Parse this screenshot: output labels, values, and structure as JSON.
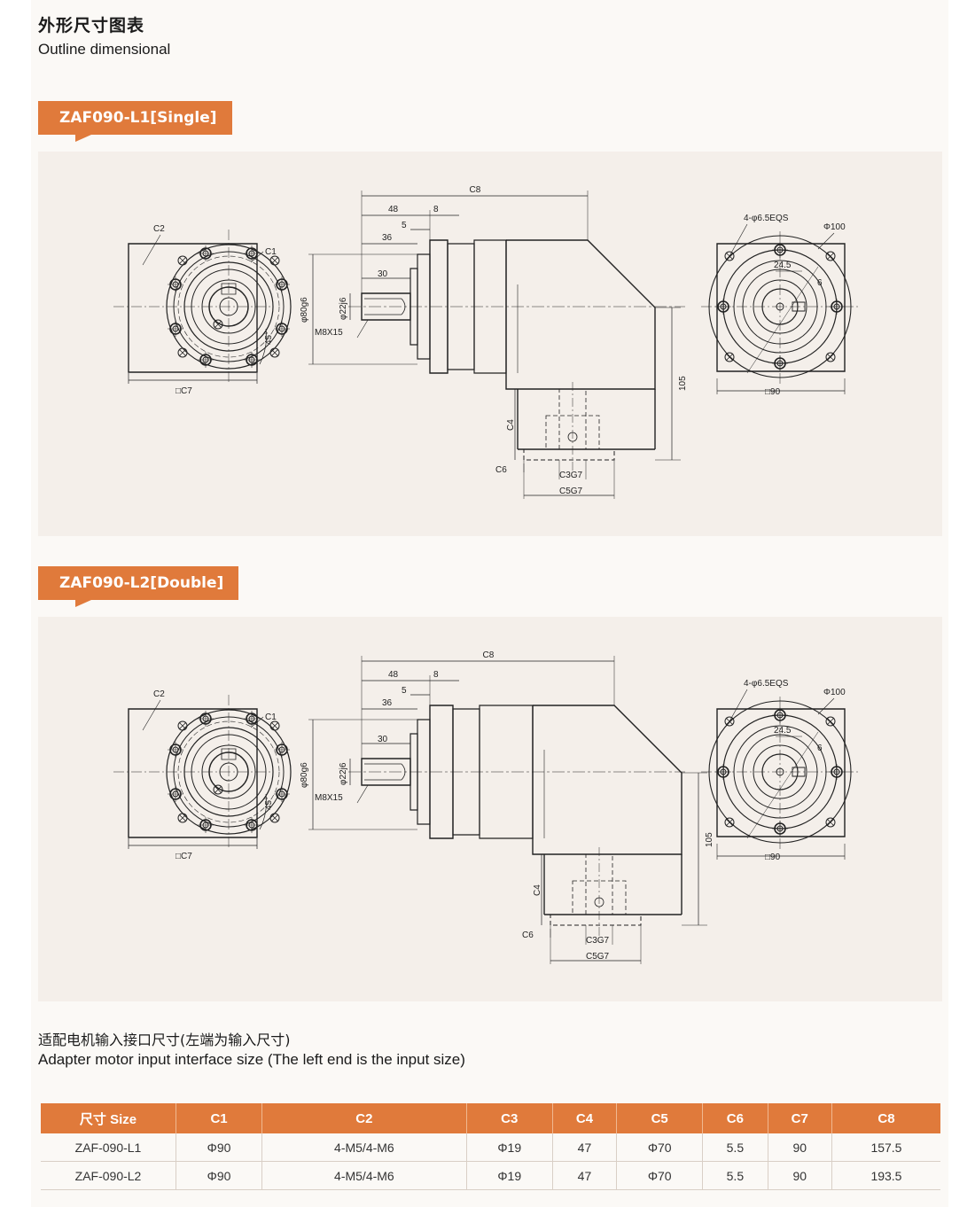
{
  "header": {
    "title_zh": "外形尺寸图表",
    "title_en": "Outline dimensional"
  },
  "drawings": [
    {
      "model": "ZAF090-L1[Single]",
      "labels": {
        "c1": "C1",
        "c2": "C2",
        "c3": "C3G7",
        "c4": "C4",
        "c5": "C5G7",
        "c6": "C6",
        "c7": "□C7",
        "c8": "C8",
        "d48": "48",
        "d8": "8",
        "d5": "5",
        "d36": "36",
        "d30": "30",
        "shaft": "φ22j6",
        "pilot": "φ80g6",
        "thread": "M8X15",
        "h105": "105",
        "holes": "4-φ6.5EQS",
        "pcd": "Φ100",
        "key24": "24.5",
        "key6": "6",
        "sq90": "□90",
        "ang": "45°"
      }
    },
    {
      "model": "ZAF090-L2[Double]",
      "labels": {
        "c1": "C1",
        "c2": "C2",
        "c3": "C3G7",
        "c4": "C4",
        "c5": "C5G7",
        "c6": "C6",
        "c7": "□C7",
        "c8": "C8",
        "d48": "48",
        "d8": "8",
        "d5": "5",
        "d36": "36",
        "d30": "30",
        "shaft": "φ22j6",
        "pilot": "φ80g6",
        "thread": "M8X15",
        "h105": "105",
        "holes": "4-φ6.5EQS",
        "pcd": "Φ100",
        "key24": "24.5",
        "key6": "6",
        "sq90": "□90",
        "ang": "45°"
      }
    }
  ],
  "adapter": {
    "title_zh": "适配电机输入接口尺寸(左端为输入尺寸)",
    "title_en": "Adapter motor input interface size (The left end is the input size)"
  },
  "table": {
    "headers": [
      "尺寸 Size",
      "C1",
      "C2",
      "C3",
      "C4",
      "C5",
      "C6",
      "C7",
      "C8"
    ],
    "rows": [
      [
        "ZAF-090-L1",
        "Φ90",
        "4-M5/4-M6",
        "Φ19",
        "47",
        "Φ70",
        "5.5",
        "90",
        "157.5"
      ],
      [
        "ZAF-090-L2",
        "Φ90",
        "4-M5/4-M6",
        "Φ19",
        "47",
        "Φ70",
        "5.5",
        "90",
        "193.5"
      ]
    ]
  },
  "colors": {
    "accent": "#e07a3b",
    "panel": "#f4efea",
    "line": "#222222"
  }
}
